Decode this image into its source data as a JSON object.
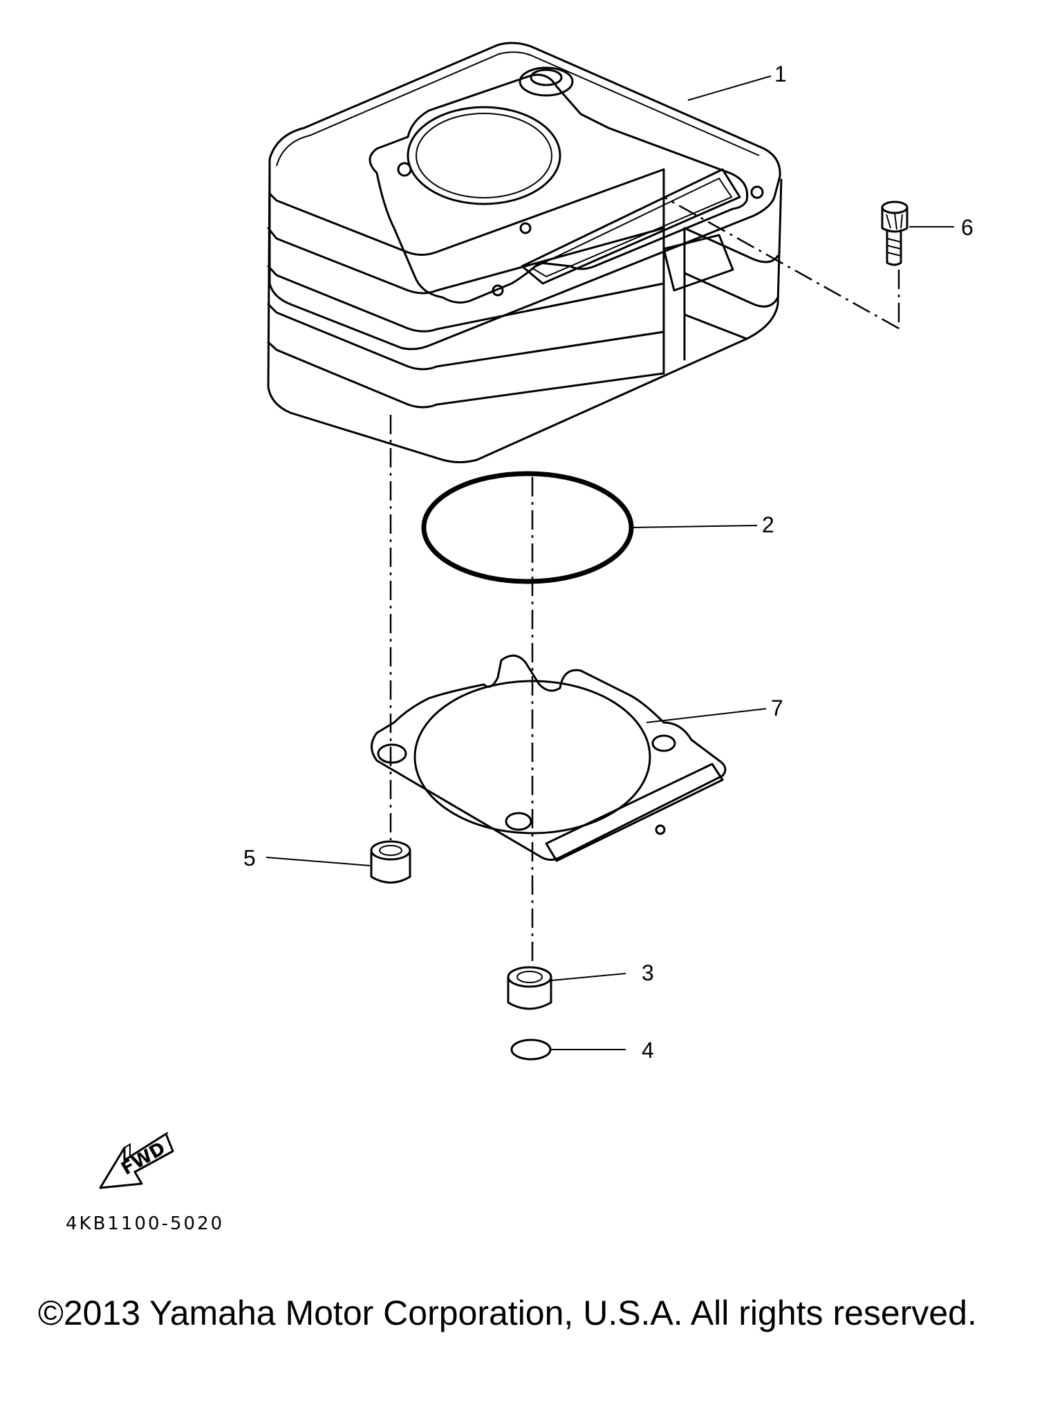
{
  "diagram": {
    "drawing_code": "4KB1100-5020",
    "copyright": "©2013 Yamaha Motor Corporation, U.S.A. All rights reserved.",
    "fwd_label": "FWD",
    "callouts": [
      {
        "id": "1",
        "label": "1",
        "part": "cylinder"
      },
      {
        "id": "2",
        "label": "2",
        "part": "o-ring"
      },
      {
        "id": "3",
        "label": "3",
        "part": "dowel-pin"
      },
      {
        "id": "4",
        "label": "4",
        "part": "o-ring-small"
      },
      {
        "id": "5",
        "label": "5",
        "part": "dowel-pin"
      },
      {
        "id": "6",
        "label": "6",
        "part": "bolt"
      },
      {
        "id": "7",
        "label": "7",
        "part": "cylinder-gasket"
      }
    ]
  }
}
